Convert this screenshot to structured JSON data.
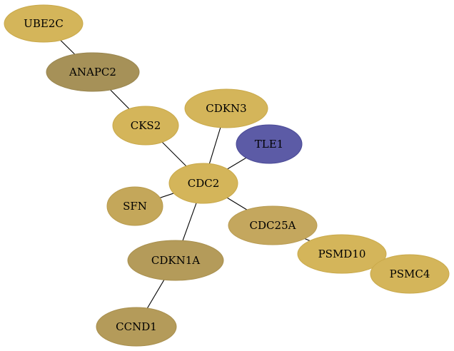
{
  "nodes": [
    {
      "id": "UBE2C",
      "label": "UBE2C",
      "fill": "#d4b55a",
      "stroke": "#c9a94a"
    },
    {
      "id": "ANAPC2",
      "label": "ANAPC2",
      "fill": "#a69158",
      "stroke": "#998650"
    },
    {
      "id": "CKS2",
      "label": "CKS2",
      "fill": "#d4b55a",
      "stroke": "#c9a94a"
    },
    {
      "id": "CDKN3",
      "label": "CDKN3",
      "fill": "#d4b55a",
      "stroke": "#c9a94a"
    },
    {
      "id": "TLE1",
      "label": "TLE1",
      "fill": "#5c5ba6",
      "stroke": "#4a4a96"
    },
    {
      "id": "CDC2",
      "label": "CDC2",
      "fill": "#d4b55a",
      "stroke": "#c9a94a"
    },
    {
      "id": "SFN",
      "label": "SFN",
      "fill": "#c4a75a",
      "stroke": "#b89b4e"
    },
    {
      "id": "CDC25A",
      "label": "CDC25A",
      "fill": "#c4a75e",
      "stroke": "#b89b52"
    },
    {
      "id": "CDKN1A",
      "label": "CDKN1A",
      "fill": "#b49b5a",
      "stroke": "#a88f4e"
    },
    {
      "id": "PSMD10",
      "label": "PSMD10",
      "fill": "#d4b55a",
      "stroke": "#c9a94a"
    },
    {
      "id": "PSMC4",
      "label": "PSMC4",
      "fill": "#d4b55a",
      "stroke": "#c9a94a"
    },
    {
      "id": "CCND1",
      "label": "CCND1",
      "fill": "#b49b5a",
      "stroke": "#a88f4e"
    }
  ],
  "edges": [
    {
      "from": "UBE2C",
      "to": "ANAPC2"
    },
    {
      "from": "ANAPC2",
      "to": "CKS2"
    },
    {
      "from": "CKS2",
      "to": "CDC2"
    },
    {
      "from": "CDKN3",
      "to": "CDC2"
    },
    {
      "from": "TLE1",
      "to": "CDC2"
    },
    {
      "from": "SFN",
      "to": "CDC2"
    },
    {
      "from": "CDC2",
      "to": "CDC25A"
    },
    {
      "from": "CDC2",
      "to": "CDKN1A"
    },
    {
      "from": "CDC25A",
      "to": "PSMD10"
    },
    {
      "from": "PSMD10",
      "to": "PSMC4"
    },
    {
      "from": "CDKN1A",
      "to": "CCND1"
    }
  ]
}
